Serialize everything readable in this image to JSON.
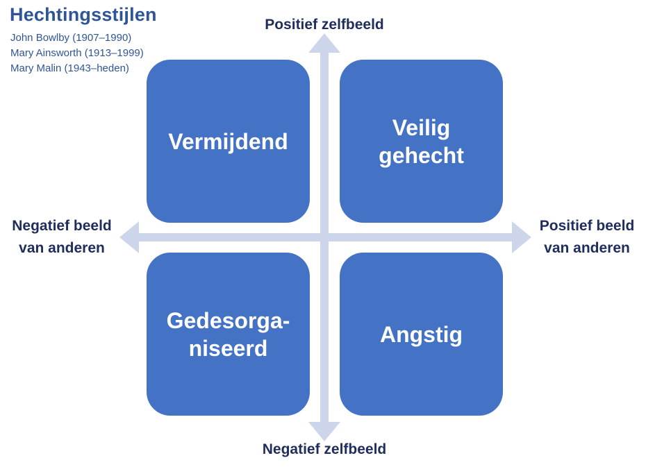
{
  "header": {
    "title": "Hechtingsstijlen",
    "authors": [
      "John Bowlby (1907–1990)",
      "Mary Ainsworth (1913–1999)",
      "Mary Malin (1943–heden)"
    ]
  },
  "axes": {
    "top": "Positief zelfbeeld",
    "bottom": "Negatief zelfbeeld",
    "left": "Negatief beeld\nvan anderen",
    "right": "Positief beeld\nvan anderen"
  },
  "quadrants": {
    "top_left": "Vermijdend",
    "top_right": "Veilig\ngehecht",
    "bottom_left": "Gedesorga-\nniseerd",
    "bottom_right": "Angstig"
  },
  "colors": {
    "box": "#4472c4",
    "arrow": "#cdd5ea",
    "title": "#2f5597",
    "axis_text": "#1f2d5c"
  }
}
